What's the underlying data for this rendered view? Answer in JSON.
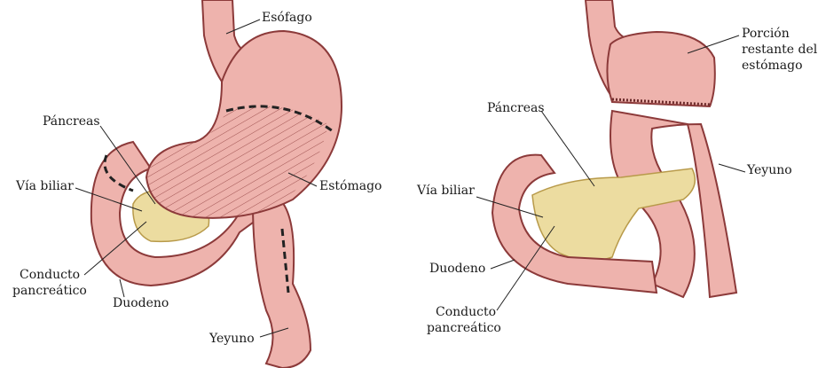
{
  "left_diagram": {
    "labels": {
      "esophagus": "Esófago",
      "pancreas": "Páncreas",
      "bile_duct": "Vía biliar",
      "stomach": "Estómago",
      "pancreatic_duct_1": "Conducto",
      "pancreatic_duct_2": "pancreático",
      "duodenum": "Duodeno",
      "jejunum": "Yeyuno"
    }
  },
  "right_diagram": {
    "labels": {
      "remaining_stomach_1": "Porción",
      "remaining_stomach_2": "restante del",
      "remaining_stomach_3": "estómago",
      "pancreas": "Páncreas",
      "jejunum": "Yeyuno",
      "bile_duct": "Vía biliar",
      "duodenum": "Duodeno",
      "pancreatic_duct_1": "Conducto",
      "pancreatic_duct_2": "pancreático"
    }
  },
  "colors": {
    "tissue": "#eeb3ad",
    "outline": "#8c3a3a",
    "pancreas": "#ecdca0",
    "pancreas_outline": "#b89a4a"
  }
}
